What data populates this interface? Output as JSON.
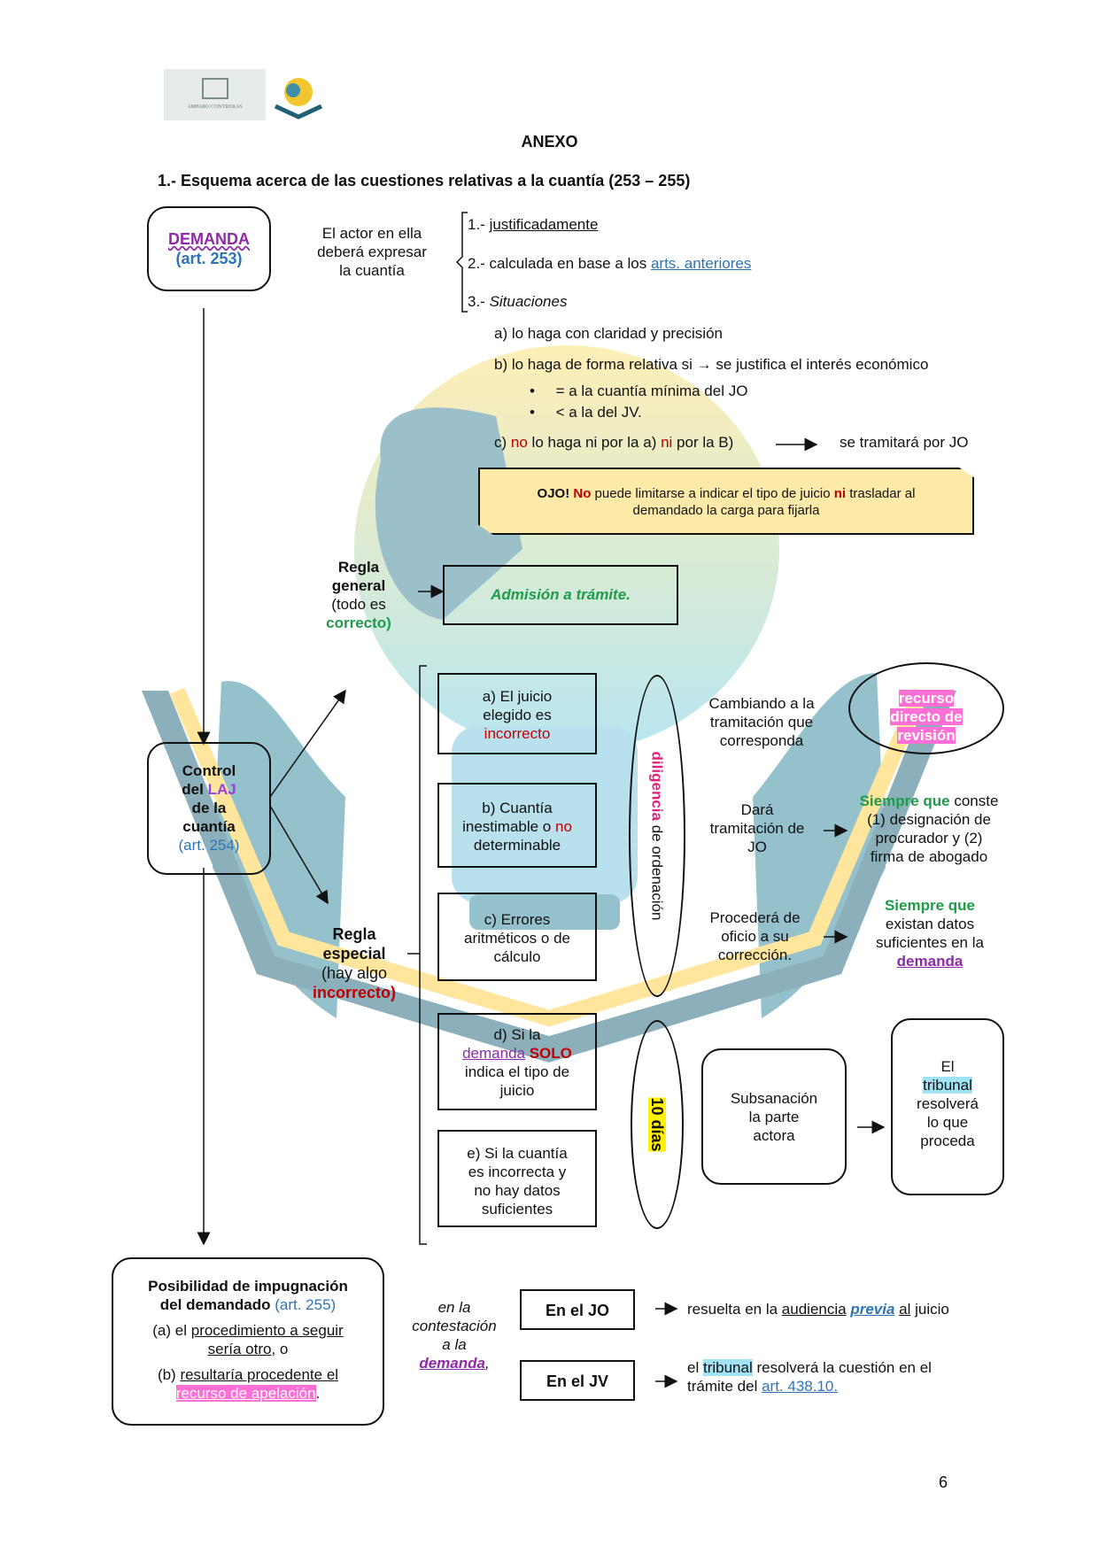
{
  "header": {
    "logo_left_text": "AMPARO CONTRERAS",
    "title": "ANEXO",
    "subtitle": "1.- Esquema acerca de las cuestiones relativas a la cuantía (253 – 255)"
  },
  "demanda": {
    "label": "DEMANDA",
    "art": "(art. 253)"
  },
  "actor_text": {
    "l1": "El actor en ella",
    "l2": "deberá expresar",
    "l3": "la cuantía"
  },
  "requisitos": {
    "r1_prefix": "1.- ",
    "r1": "justificadamente",
    "r2_prefix": "2.- calculada en base a los ",
    "r2_link": "arts. anteriores",
    "r3_prefix": "3.- ",
    "r3": "Situaciones"
  },
  "situaciones": {
    "a": "a) lo haga con claridad y precisión",
    "b": "b) lo haga de forma relativa si → se justifica el interés económico",
    "bullet1": "= a la cuantía mínima del JO",
    "bullet2": "< a la del JV.",
    "c_pre": "c) ",
    "c_no": "no",
    "c_mid": " lo haga ni por la a) ",
    "c_ni": "ni",
    "c_end": " por la B)",
    "c_result": "se tramitará por JO"
  },
  "ojo": {
    "pre": "OJO! ",
    "no": "No",
    "mid": " puede limitarse a indicar el tipo de juicio ",
    "ni": "ni",
    "end": " trasladar al",
    "l2": "demandado la carga para fijarla"
  },
  "regla_general": {
    "l1": "Regla",
    "l2": "general",
    "l3": "(todo es",
    "l4": "correcto)"
  },
  "admision": "Admisión a trámite.",
  "control": {
    "l1": "Control",
    "l2_pre": "del ",
    "l2_laj": "LAJ",
    "l3": "de la",
    "l4": "cuantía",
    "art": "(art. 254)"
  },
  "regla_especial": {
    "l1": "Regla",
    "l2": "especial",
    "l3": "(hay algo",
    "l4": "incorrecto)"
  },
  "casos": {
    "a1": "a) El juicio",
    "a2": "elegido es",
    "a3": "incorrecto",
    "b1": "b) Cuantía",
    "b2_pre": "inestimable o ",
    "b2_no": "no",
    "b3": "determinable",
    "c1": "c) Errores",
    "c2": "aritméticos o de",
    "c3": "cálculo",
    "d1": "d) Si la",
    "d2_dem": "demanda",
    "d2_solo": "SOLO",
    "d3": "indica el tipo de",
    "d4": "juicio",
    "e1": "e) Si la cuantía",
    "e2": "es incorrecta y",
    "e3": "no hay datos",
    "e4": "suficientes"
  },
  "diligencia": {
    "word": "diligencia",
    "rest": " de ordenación"
  },
  "dias": "10 días",
  "resultados": {
    "cambiando": {
      "l1": "Cambiando a la",
      "l2": "tramitación que",
      "l3": "corresponda"
    },
    "recurso": {
      "l1": "recurso",
      "l2": "directo de",
      "l3": "revisión"
    },
    "dara": {
      "l1": "Dará",
      "l2": "tramitación de",
      "l3": "JO"
    },
    "siempre1": {
      "sq": "Siempre que",
      "l1": " conste",
      "l2": "(1) designación de",
      "l3": "procurador y (2)",
      "l4": "firma de abogado"
    },
    "procedera": {
      "l1": "Procederá de",
      "l2": "oficio a su",
      "l3": "corrección."
    },
    "siempre2": {
      "sq": "Siempre que",
      "l2": "existan datos",
      "l3": "suficientes en la",
      "l4": "demanda"
    },
    "subsanacion": {
      "l1": "Subsanación",
      "l2": "la parte",
      "l3": "actora"
    },
    "tribunal": {
      "l1": "El",
      "l2": "tribunal",
      "l3": "resolverá",
      "l4": "lo que",
      "l5": "proceda"
    }
  },
  "impugnacion": {
    "l1": "Posibilidad de impugnación",
    "l2": "del demandado",
    "art": "(art. 255)",
    "a_pre": "(a) el ",
    "a_u": "procedimiento a seguir",
    "a_u2": "sería otro",
    "a_end": ", o",
    "b_pre": "(b) ",
    "b_u": "resultaría procedente el",
    "b_hl": "recurso de apelación",
    "b_end": "."
  },
  "contestacion": {
    "l1": "en la",
    "l2": "contestación",
    "l3": "a la",
    "l4": "demanda",
    "l4_end": ","
  },
  "jo": {
    "label": "En el JO",
    "res_pre": "resuelta en la ",
    "res_u": "audiencia",
    "res_previa": "previa",
    "res_al": "al",
    "res_end": " juicio"
  },
  "jv": {
    "label": "En el JV",
    "l1_pre": "el ",
    "l1_trib": "tribunal",
    "l1_end": " resolverá la cuestión en el",
    "l2_pre": "trámite del ",
    "l2_link": "art. 438.10."
  },
  "page_number": "6",
  "colors": {
    "blue": "#2e74b5",
    "purple": "#8e2aa8",
    "red": "#c00000",
    "green": "#1e9c4a",
    "magenta": "#e0207c",
    "pink_hl": "#ff6fd6",
    "cyan_hl": "#9fe3f5",
    "yellow_hl": "#fff200",
    "ojo_bg": "#fde9a8"
  }
}
